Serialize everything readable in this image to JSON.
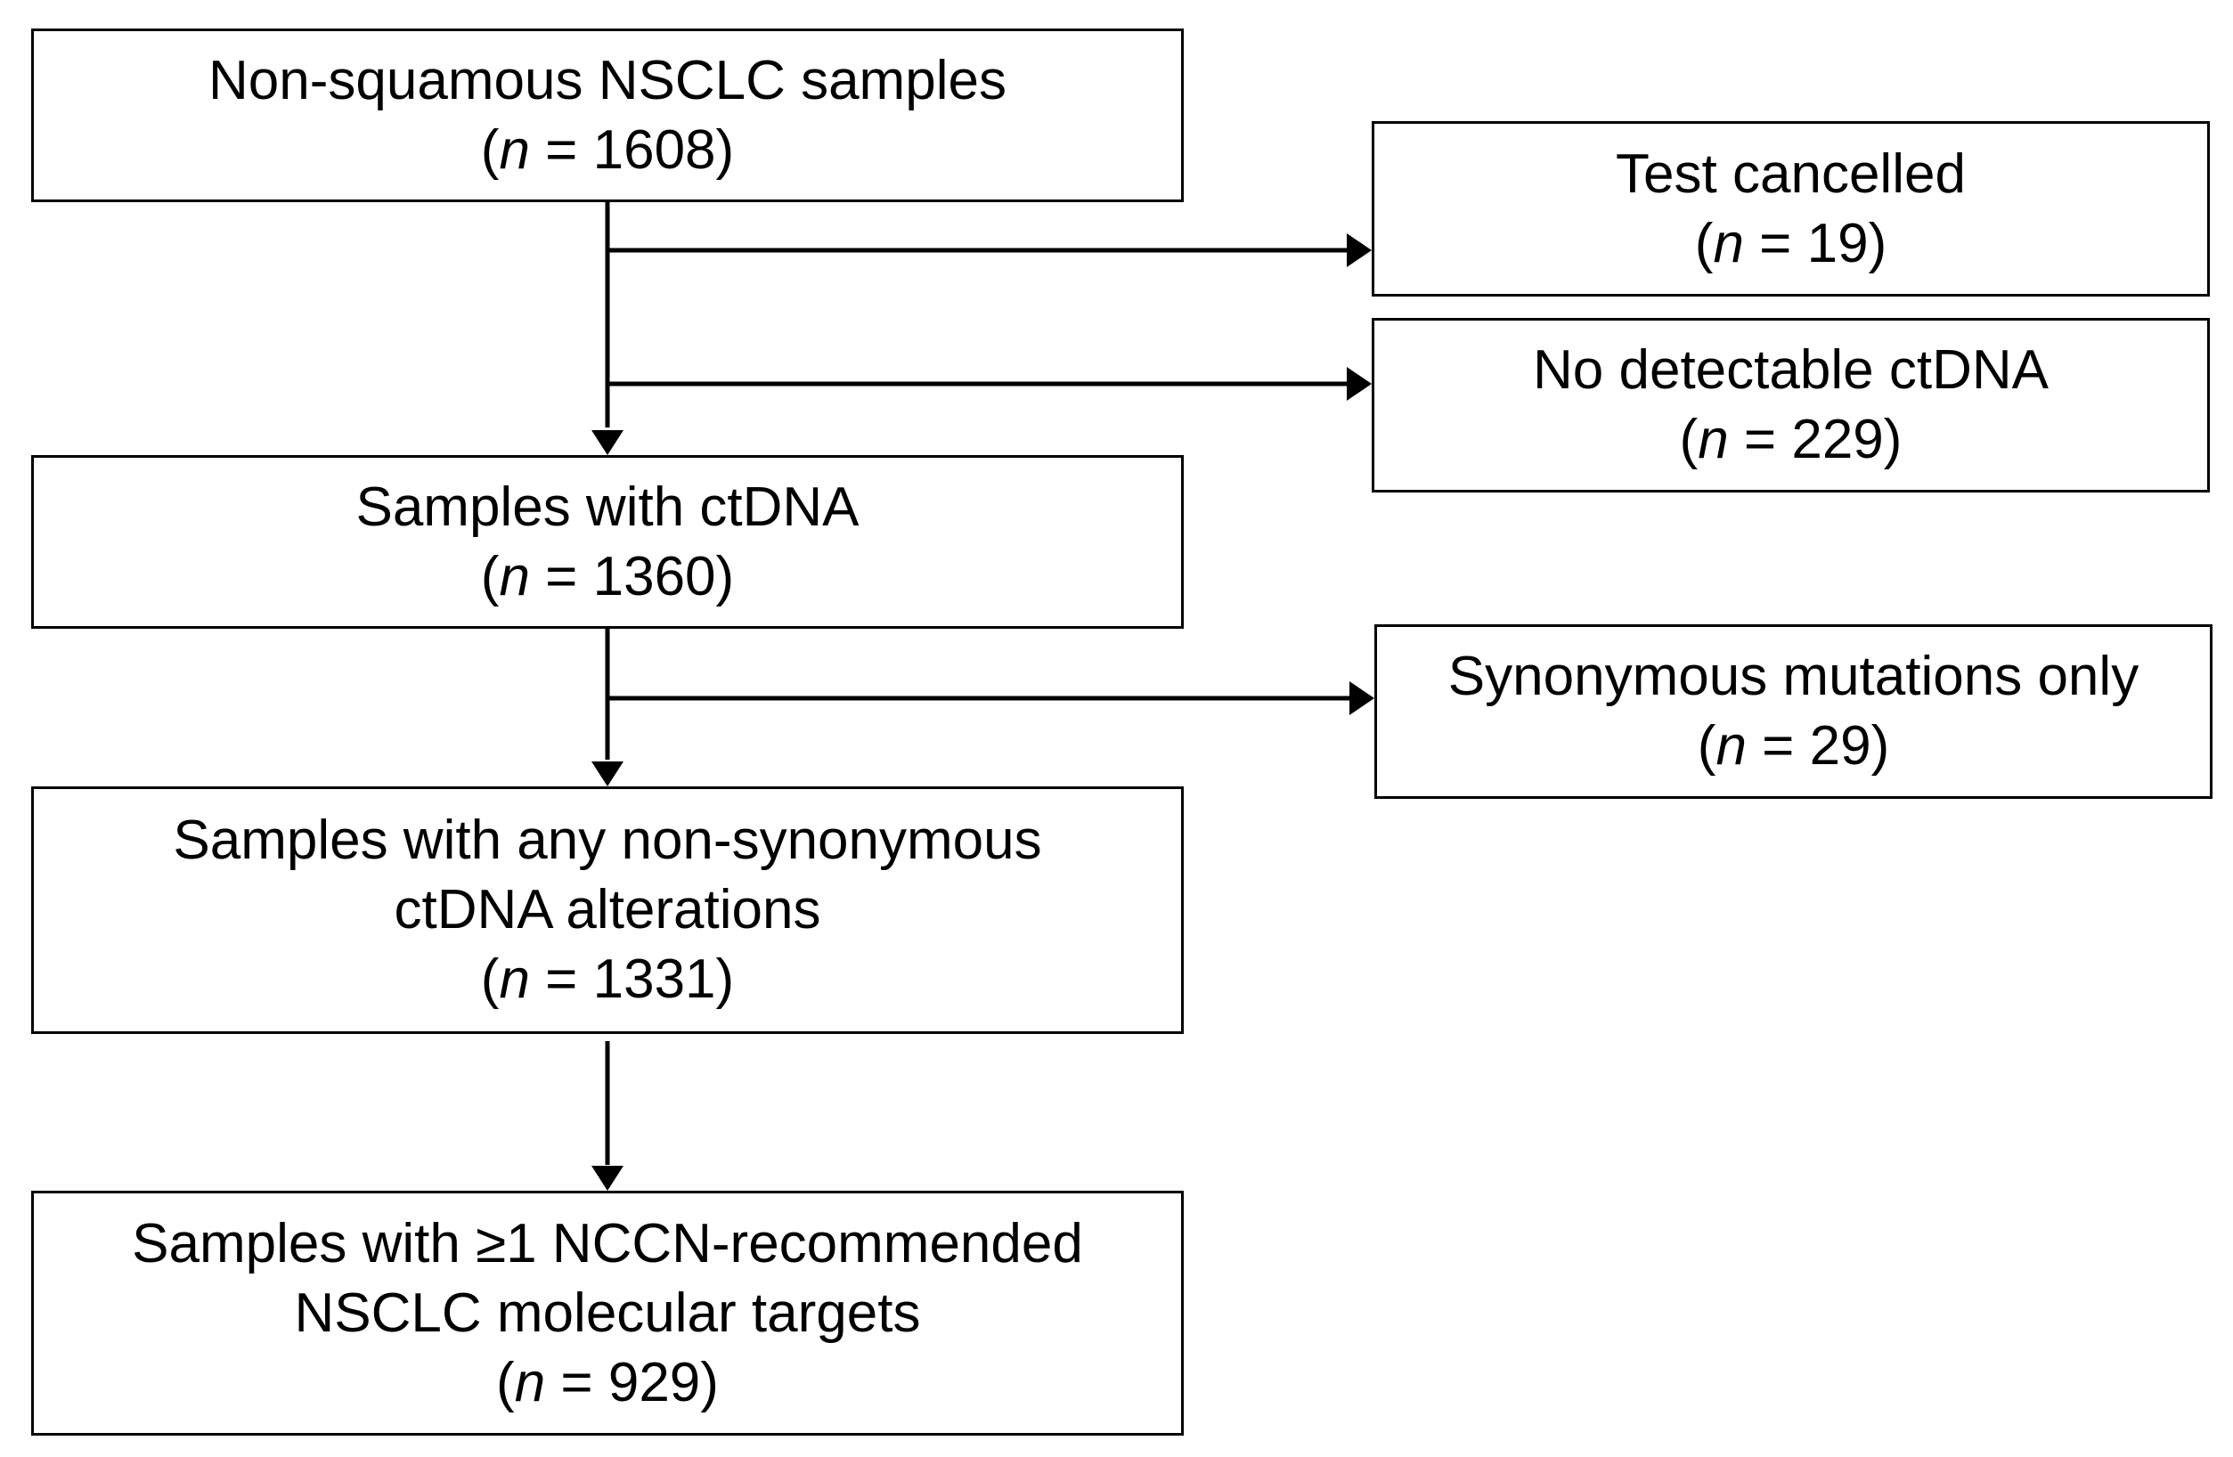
{
  "flow": {
    "total": {
      "label": "Non-squamous NSCLC samples",
      "n_prefix": "n",
      "n_value": "1608"
    },
    "with_ctdna": {
      "label": "Samples with ctDNA",
      "n_prefix": "n",
      "n_value": "1360"
    },
    "non_synonymous": {
      "label_line1": "Samples with any non-synonymous",
      "label_line2": "ctDNA alterations",
      "n_prefix": "n",
      "n_value": "1331"
    },
    "nccn_targets": {
      "label_line1": "Samples with ≥1 NCCN-recommended",
      "label_line2": "NSCLC molecular targets",
      "n_prefix": "n",
      "n_value": "929"
    }
  },
  "exclusions": {
    "test_cancelled": {
      "label": "Test cancelled",
      "n_prefix": "n",
      "n_value": "19"
    },
    "no_detectable_ctdna": {
      "label": "No detectable ctDNA",
      "n_prefix": "n",
      "n_value": "229"
    },
    "synonymous_only": {
      "label": "Synonymous mutations only",
      "n_prefix": "n",
      "n_value": "29"
    }
  },
  "colors": {
    "stroke": "#000000",
    "background": "#ffffff"
  }
}
